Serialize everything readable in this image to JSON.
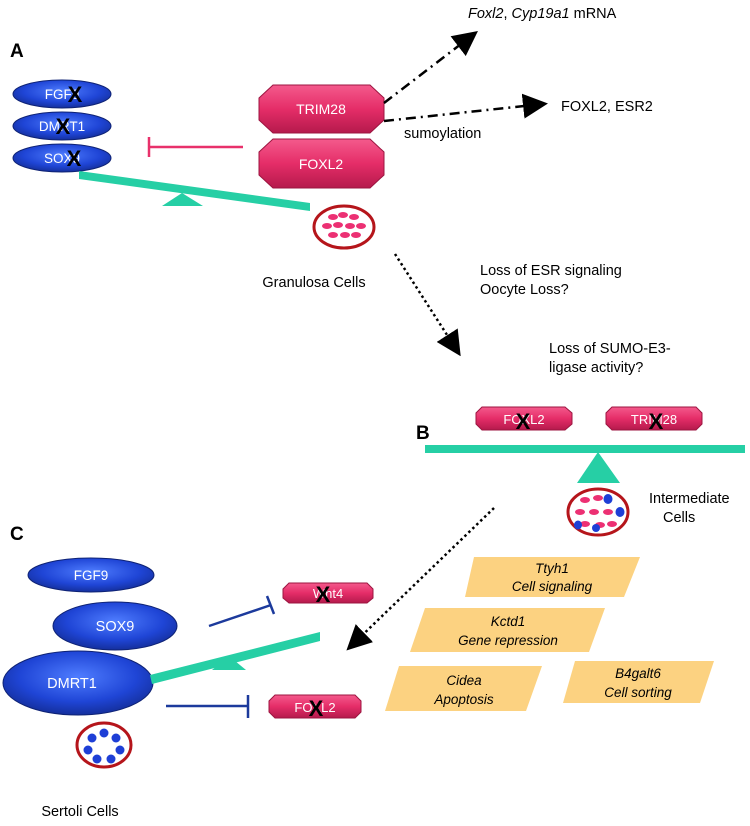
{
  "panels": {
    "a": "A",
    "b": "B",
    "c": "C"
  },
  "top": {
    "mrna_gene1": "Foxl2",
    "mrna_sep": ",",
    "mrna_gene2": "Cyp19a1",
    "mrna_suffix": "mRNA",
    "proteins": "FOXL2, ESR2",
    "sumoylation": "sumoylation"
  },
  "panel_a": {
    "ovals": [
      "FGF9",
      "DMRT1",
      "SOX9"
    ],
    "trim28": "TRIM28",
    "foxl2": "FOXL2",
    "cell_label": "Granulosa Cells"
  },
  "transition_1": {
    "line1": "Loss of ESR signaling",
    "line2": "Oocyte Loss?"
  },
  "transition_2": {
    "line1": "Loss of SUMO-E3-",
    "line2": "ligase activity?"
  },
  "panel_b": {
    "pill1": "FOXL2",
    "pill2": "TRIM28",
    "cell_line1": "Intermediate",
    "cell_line2": "Cells"
  },
  "panel_c": {
    "ovals": [
      "FGF9",
      "SOX9",
      "DMRT1"
    ],
    "wnt4": "Wnt4",
    "foxl2": "FOXL2",
    "cell_label": "Sertoli Cells"
  },
  "genes": [
    {
      "gene": "Ttyh1",
      "function": "Cell signaling"
    },
    {
      "gene": "Kctd1",
      "function": "Gene repression"
    },
    {
      "gene": "Cidea",
      "function": "Apoptosis"
    },
    {
      "gene": "B4galt6",
      "function": "Cell sorting"
    }
  ],
  "colors": {
    "blue": "#1d3fd1",
    "pink": "#e0306a",
    "teal": "#26cfa5",
    "gene_box": "#fcd281",
    "inhibit_pink": "#e8316b",
    "inhibit_blue": "#1c3a9c"
  }
}
